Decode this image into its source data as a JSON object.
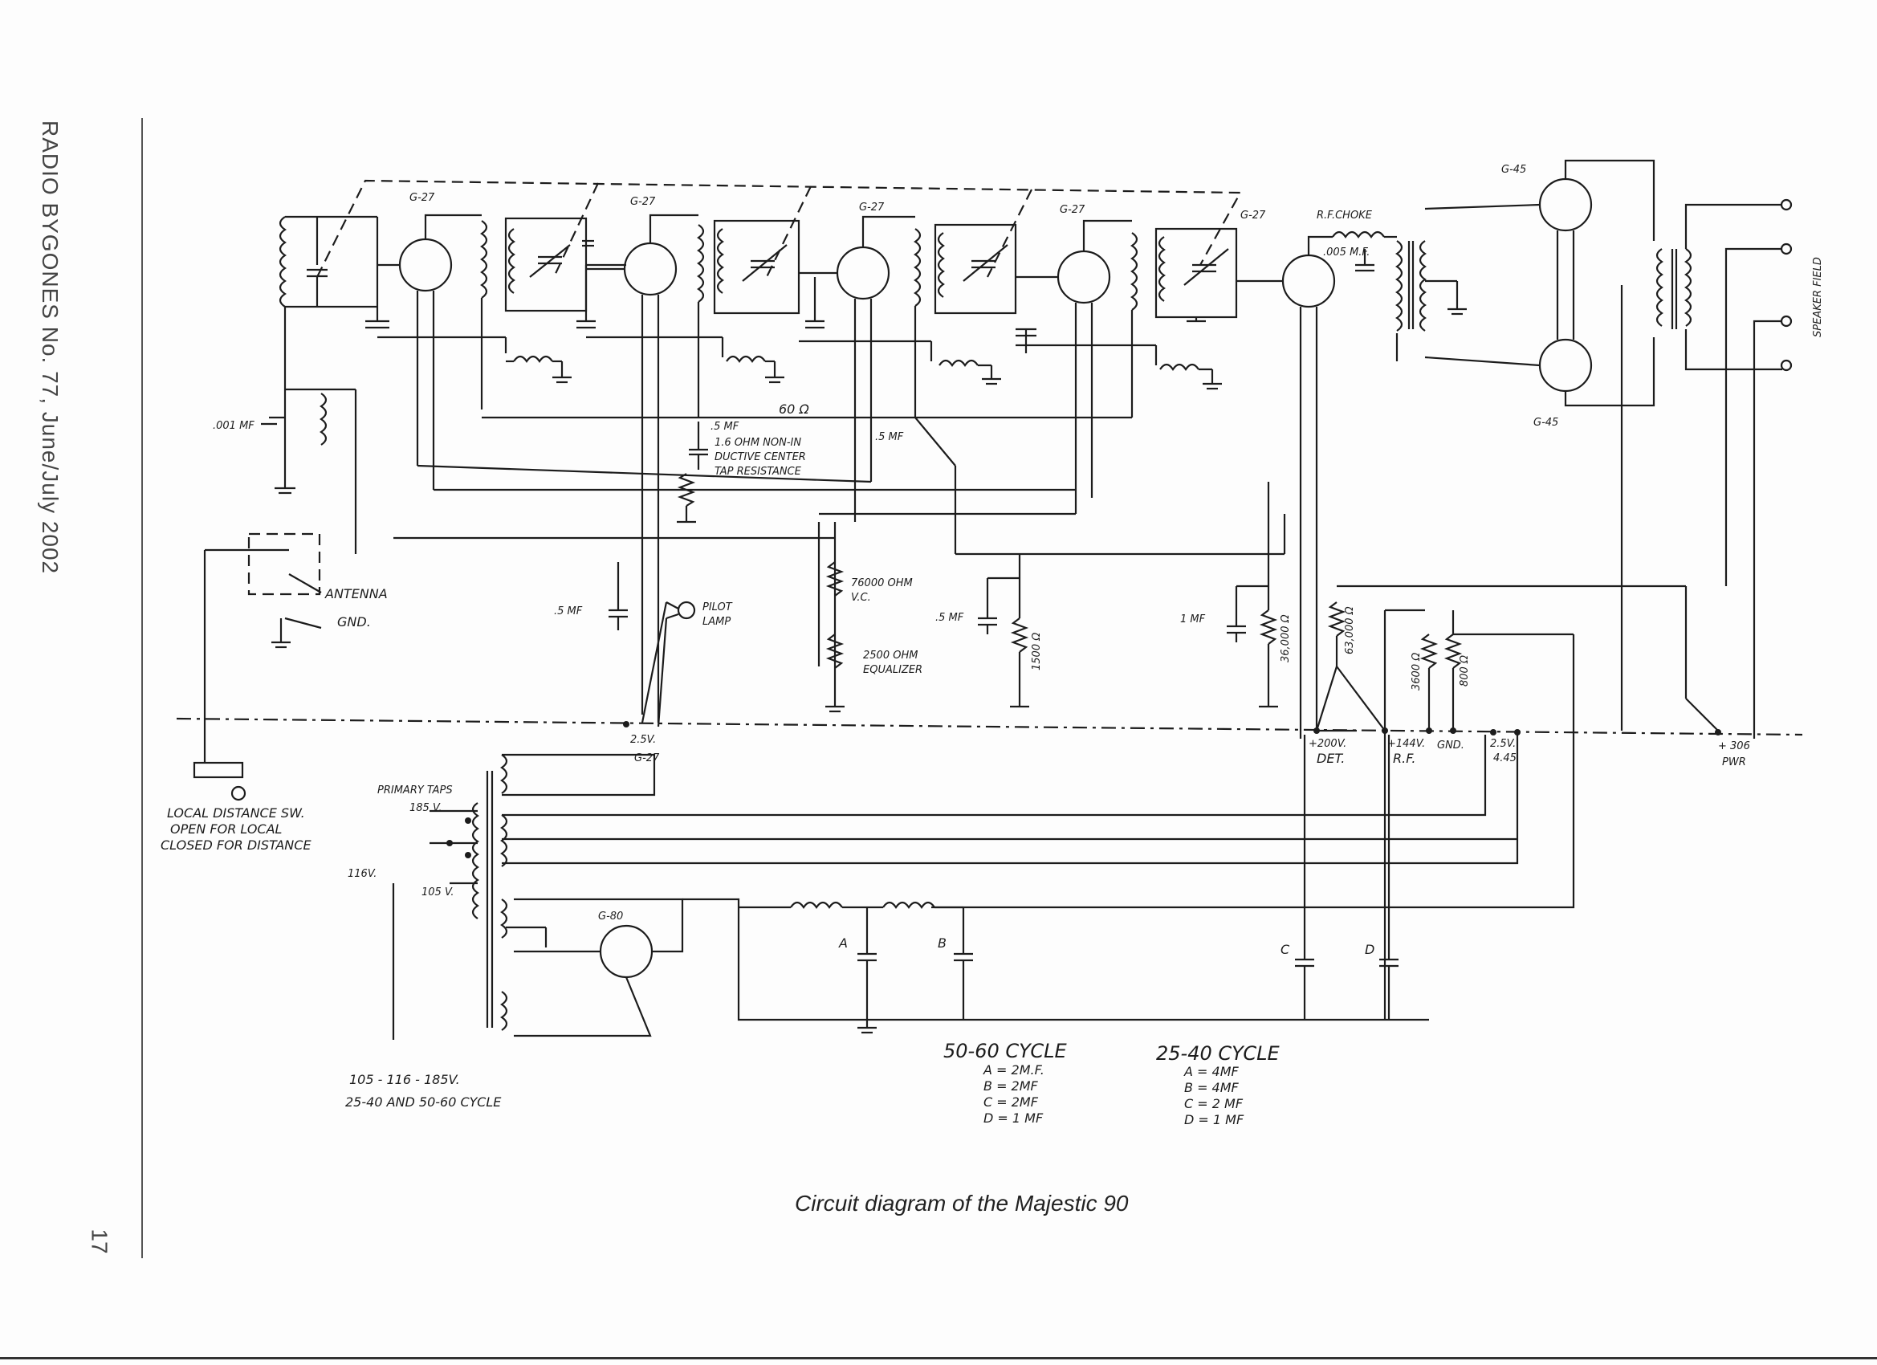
{
  "side_caption": "RADIO BYGONES No. 77, June/July 2002",
  "page_number": "17",
  "caption": "Circuit diagram of the Majestic 90",
  "tubes": {
    "rf1": "G-27",
    "rf2": "G-27",
    "rf3": "G-27",
    "rf4": "G-27",
    "det": "G-27",
    "out_top": "G-45",
    "out_bottom": "G-45",
    "rect": "G-80",
    "socket": "G-27"
  },
  "labels": {
    "rf_choke": "R.F.CHOKE",
    "choke_cap": ".005 M.F.",
    "cap_001": ".001 MF",
    "antenna": "ANTENNA",
    "gnd": "GND.",
    "cap_5mf_a": ".5 MF",
    "res_60": "60 Ω",
    "cap_5mf_b": ".5 MF",
    "center_tap": "1.6 OHM NON-IN",
    "center_tap_2": "DUCTIVE CENTER",
    "center_tap_3": "TAP RESISTANCE",
    "cap_5mf_c": ".5 MF",
    "pilot_lamp_1": "PILOT",
    "pilot_lamp_2": "LAMP",
    "vc_1": "76000 OHM",
    "vc_2": "V.C.",
    "eq_1": "2500 OHM",
    "eq_2": "EQUALIZER",
    "cap_5mf_d": ".5 MF",
    "res_1500": "1500 Ω",
    "cap_1mf": "1 MF",
    "res_36": "36,000 Ω",
    "res_63": "63,000 Ω",
    "res_3600": "3600 Ω",
    "res_800": "800 Ω",
    "speaker": "SPEAKER FIELD",
    "v25": "2.5V.",
    "b_det_1": "+200V.",
    "b_det_2": "DET.",
    "b_rf_1": "+144V.",
    "b_rf_2": "R.F.",
    "b_gnd": "GND.",
    "b_25": "2.5V.",
    "b_25b": "4.45",
    "b_pwr_1": "+ 306",
    "b_pwr_2": "PWR",
    "local_1": "LOCAL DISTANCE SW.",
    "local_2": "OPEN FOR LOCAL",
    "local_3": "CLOSED FOR DISTANCE",
    "primary_taps": "PRIMARY TAPS",
    "tap_185": "185 V.",
    "tap_116": "116V.",
    "tap_105": "105 V.",
    "mains_1": "105 - 116 - 185V.",
    "mains_2": "25-40 AND 50-60 CYCLE",
    "cap_a": "A",
    "cap_b": "B",
    "cap_c": "C",
    "cap_d": "D"
  },
  "table_50_60": {
    "title": "50-60 CYCLE",
    "rows": [
      "A = 2M.F.",
      "B = 2MF",
      "C = 2MF",
      "D = 1 MF"
    ]
  },
  "table_25_40": {
    "title": "25-40 CYCLE",
    "rows": [
      "A = 4MF",
      "B = 4MF",
      "C = 2 MF",
      "D = 1 MF"
    ]
  }
}
